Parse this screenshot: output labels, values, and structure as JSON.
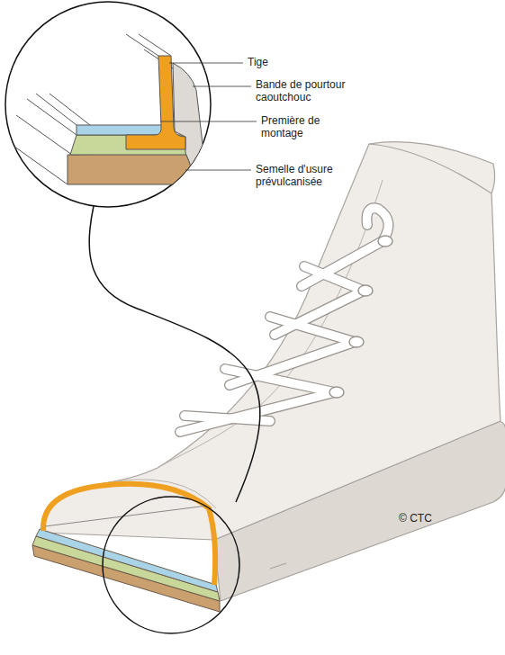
{
  "diagram": {
    "labels": [
      "Tige",
      "Bande de pourtour caoutchouc",
      "Première de montage",
      "Semelle d'usure prévulcanisée",
      "© CTC"
    ]
  }
}
